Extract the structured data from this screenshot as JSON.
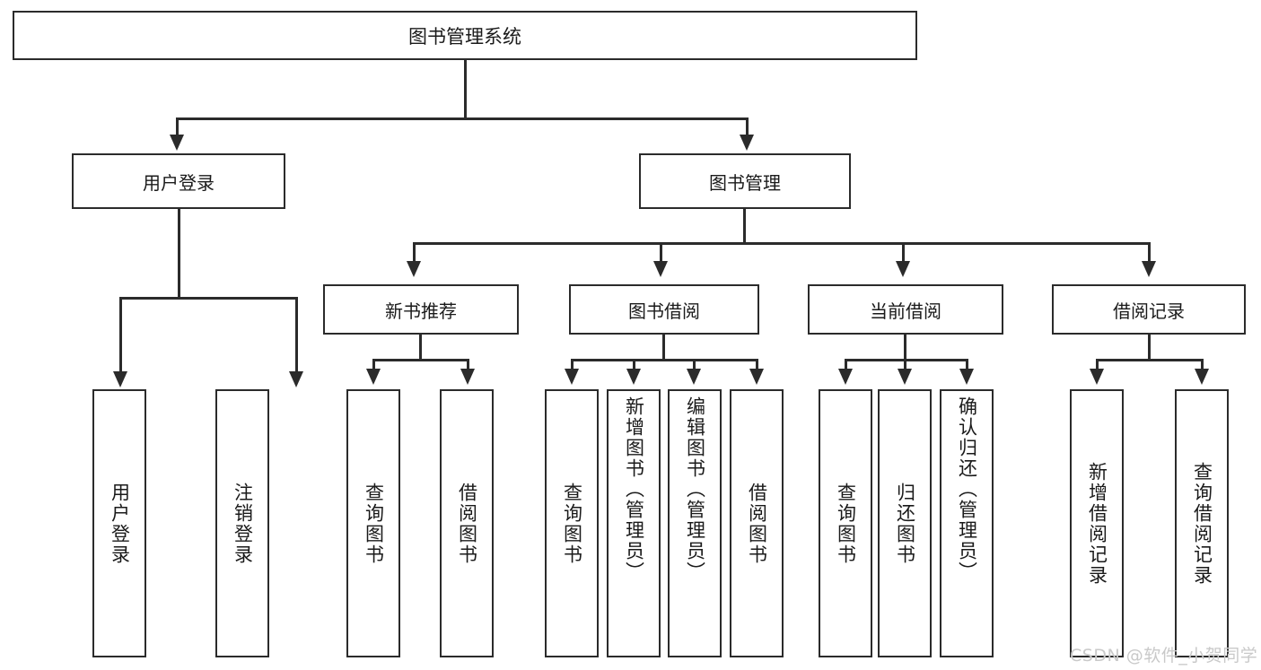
{
  "diagram": {
    "title": "图书管理系统",
    "type": "hierarchy-tree",
    "root": {
      "label": "图书管理系统"
    },
    "level1": [
      {
        "label": "用户登录"
      },
      {
        "label": "图书管理"
      }
    ],
    "level2": [
      {
        "label": "新书推荐"
      },
      {
        "label": "图书借阅"
      },
      {
        "label": "当前借阅"
      },
      {
        "label": "借阅记录"
      }
    ],
    "leaves": {
      "user_login": [
        {
          "label": "用户登录"
        },
        {
          "label": "注销登录"
        }
      ],
      "new_book_recommend": [
        {
          "label": "查询图书"
        },
        {
          "label": "借阅图书"
        }
      ],
      "book_borrow": [
        {
          "label": "查询图书"
        },
        {
          "label": "新增图书（管理员）"
        },
        {
          "label": "编辑图书（管理员）"
        },
        {
          "label": "借阅图书"
        }
      ],
      "current_borrow": [
        {
          "label": "查询图书"
        },
        {
          "label": "归还图书"
        },
        {
          "label": "确认归还（管理员）"
        }
      ],
      "borrow_record": [
        {
          "label": "新增借阅记录"
        },
        {
          "label": "查询借阅记录"
        }
      ]
    }
  },
  "watermark": {
    "text": "CSDN @软件_小贺同学"
  },
  "colors": {
    "stroke": "#2b2b2b",
    "background": "#ffffff",
    "text": "#1a1a1a",
    "watermark": "#c9c9c9"
  }
}
